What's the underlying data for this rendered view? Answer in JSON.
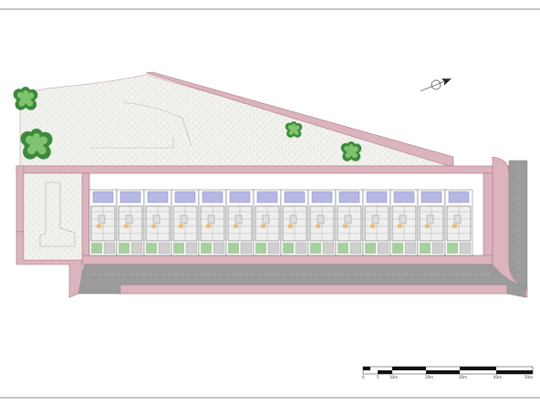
{
  "plan": {
    "colors": {
      "road_pink": "#dcb4bd",
      "road_outline": "#a97886",
      "asphalt": "#9b9b9b",
      "asphalt_dark": "#8a8a8a",
      "garden": "#f1f1ee",
      "garden_dot": "#a9b9a6",
      "pool": "#b6b8e4",
      "lawn": "#a8cf9e",
      "house": "#efefef",
      "house_line": "#555555",
      "accent": "#e9c06a",
      "tree_dark": "#3d8a3a",
      "tree_light": "#7fc36f",
      "frame": "#666666"
    },
    "units": {
      "count": 14
    },
    "scale_bar": {
      "labels": [
        "0",
        "5",
        "10m",
        "20m",
        "30m",
        "40m",
        "50m"
      ]
    }
  }
}
